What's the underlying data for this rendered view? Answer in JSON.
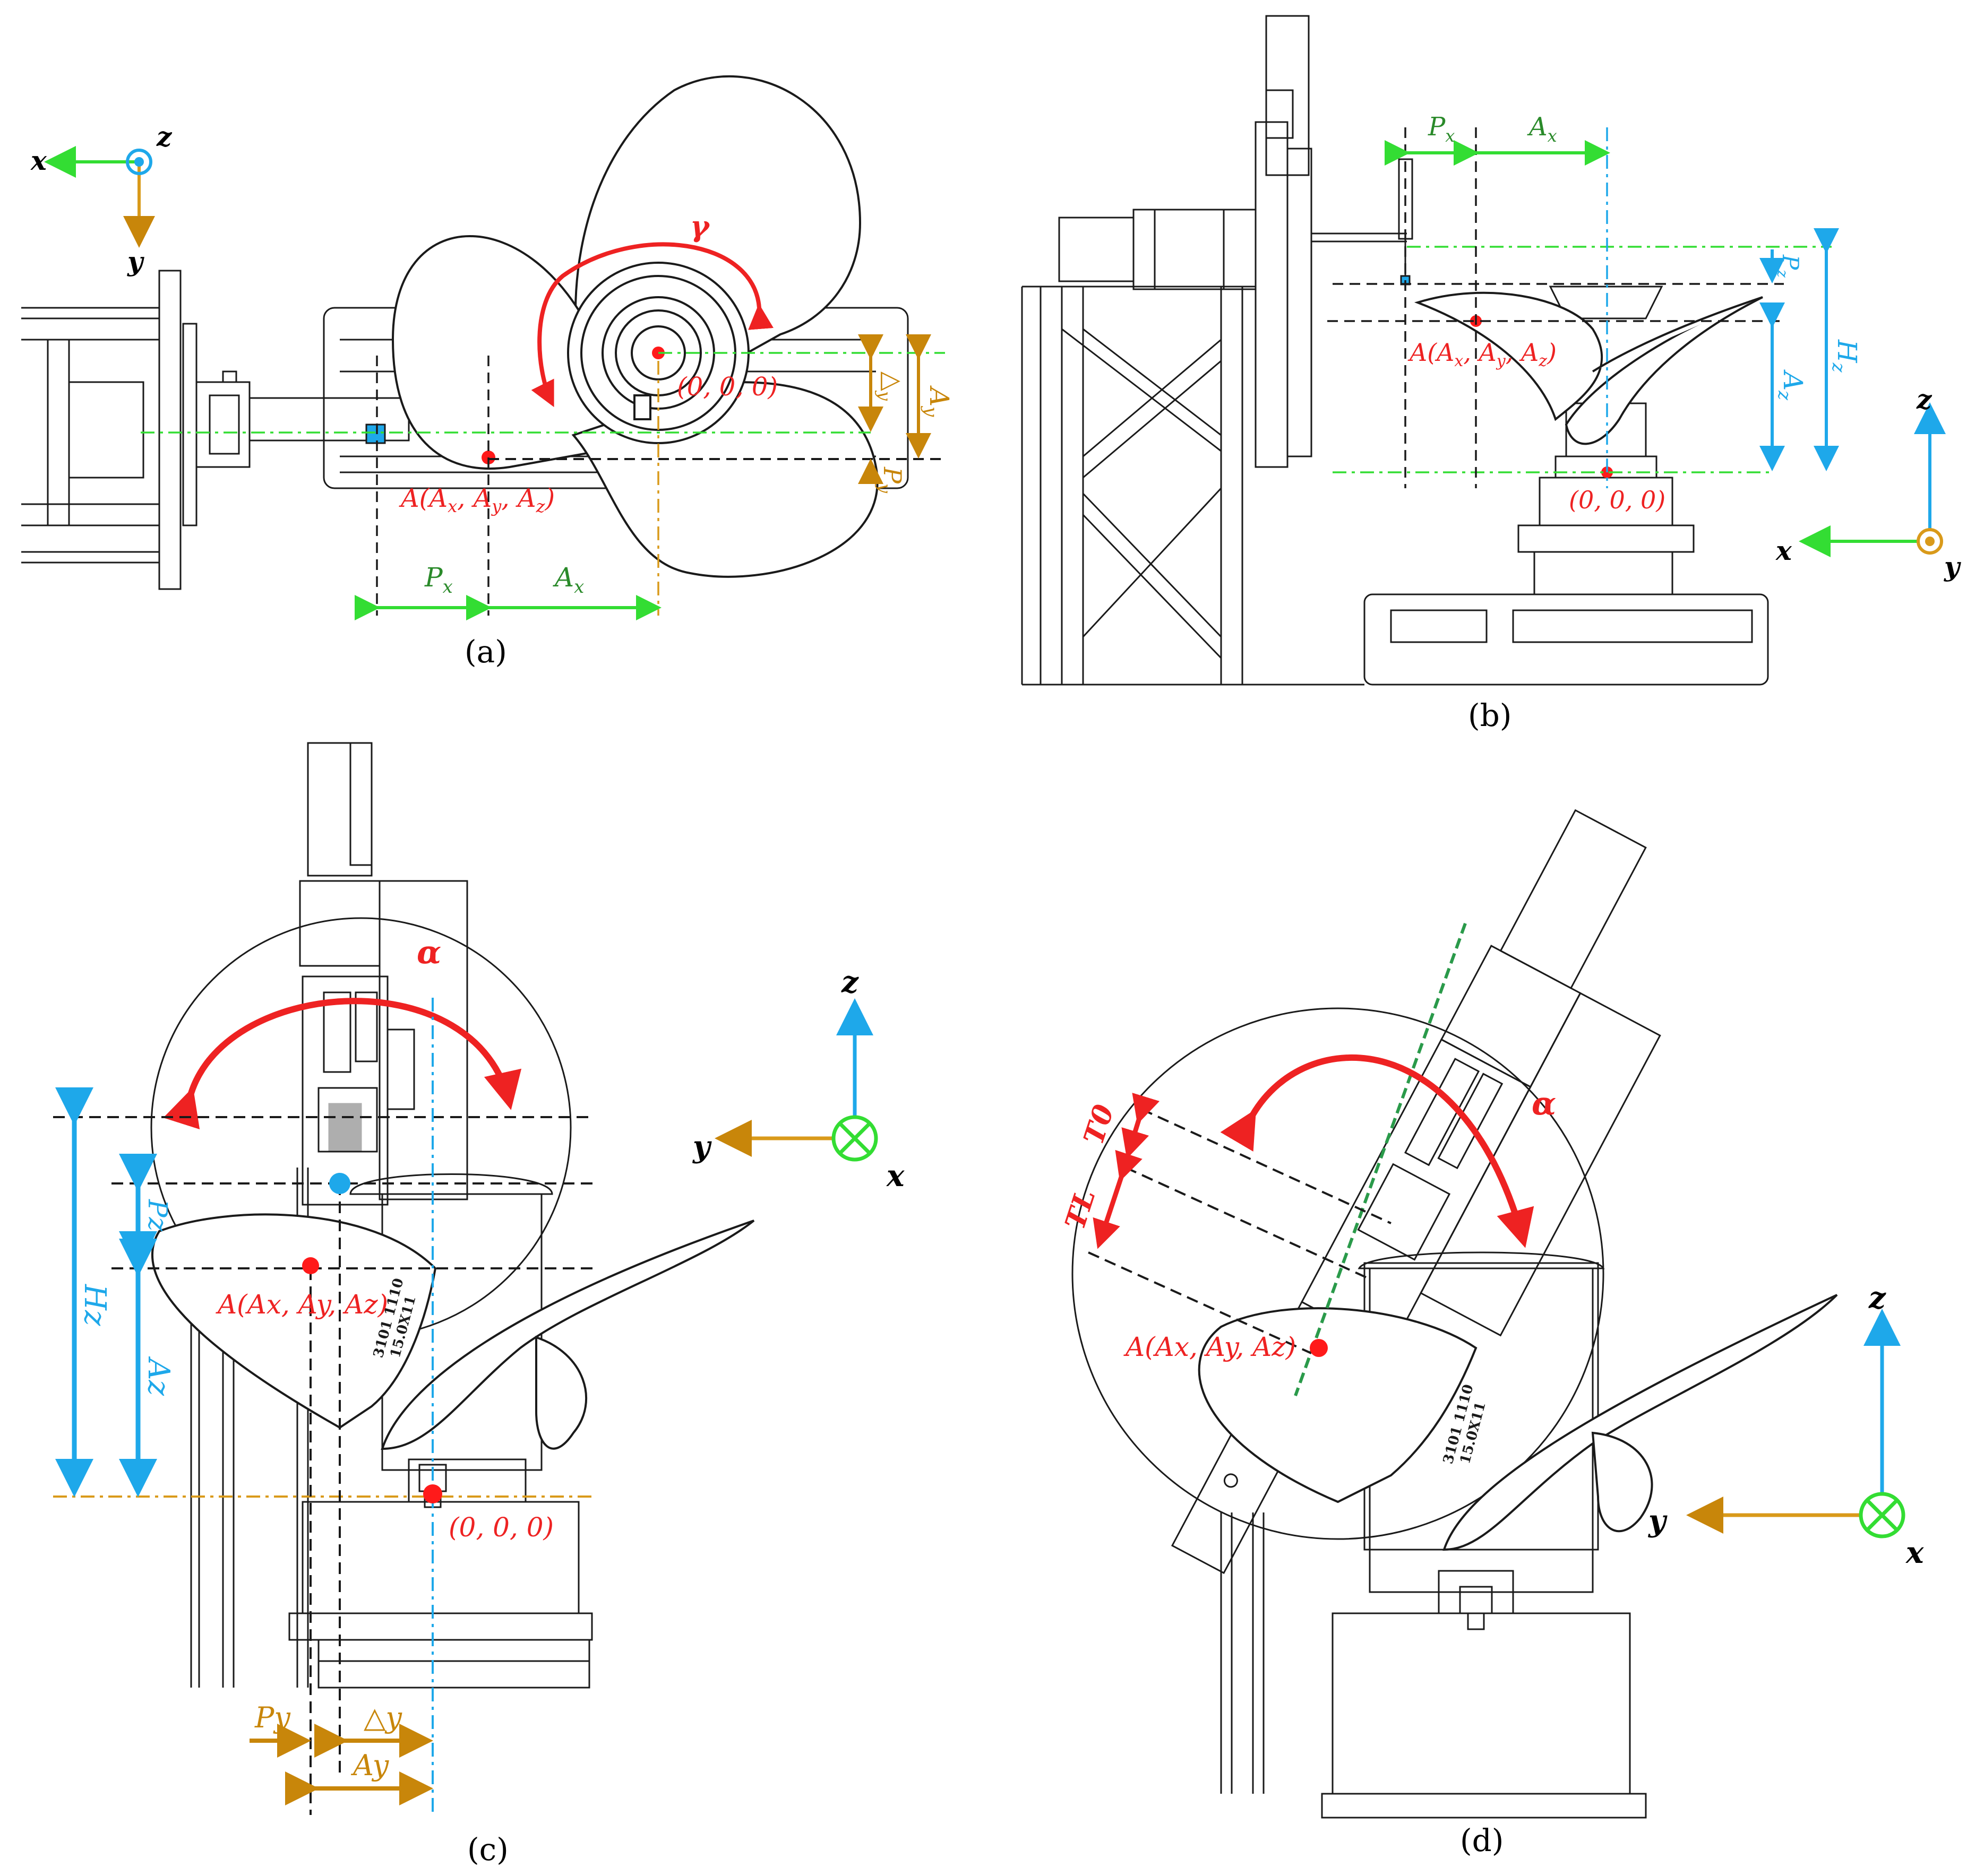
{
  "colors": {
    "line": "#1a1a1a",
    "green": "#33dd33",
    "blue": "#1ea8ea",
    "orange": "#d99a1a",
    "red": "#ff1a1a",
    "dim_green": "#2a8a2a",
    "dim_red": "#ee2222",
    "dim_blue": "#1ea8ea",
    "dim_orange": "#c8860a"
  },
  "panels": {
    "a": {
      "caption": "(a)",
      "axes": {
        "x": "x",
        "y": "y",
        "z": "z"
      },
      "gamma": "γ",
      "point_A": "A(A",
      "point_A_sub1": "x",
      "point_A_mid": ", A",
      "point_A_sub2": "y",
      "point_A_mid2": ", A",
      "point_A_sub3": "z",
      "point_A_end": ")",
      "origin": "(0, 0, 0)",
      "Px": "P",
      "Px_sub": "x",
      "Ax": "A",
      "Ax_sub": "x",
      "dy": "△",
      "dy_sub": "y",
      "Ay": "A",
      "Ay_sub": "y",
      "Py": "P",
      "Py_sub": "y"
    },
    "b": {
      "caption": "(b)",
      "axes": {
        "x": "x",
        "y": "y",
        "z": "z"
      },
      "Px": "P",
      "Px_sub": "x",
      "Ax": "A",
      "Ax_sub": "x",
      "Pz": "P",
      "Pz_sub": "z",
      "Hz": "H",
      "Hz_sub": "z",
      "Az": "A",
      "Az_sub": "z",
      "point_A": "A(A",
      "point_A_sub1": "x",
      "point_A_mid": ", A",
      "point_A_sub2": "y",
      "point_A_mid2": ", A",
      "point_A_sub3": "z",
      "point_A_end": ")",
      "origin": "(0, 0, 0)"
    },
    "c": {
      "caption": "(c)",
      "axes": {
        "x": "x",
        "y": "y",
        "z": "z"
      },
      "alpha": "α",
      "Pz": "Pz",
      "Hz": "Hz",
      "Az": "Az",
      "point_A": "A(Ax, Ay, Az)",
      "origin": "(0, 0, 0)",
      "Py": "Py",
      "dy": "△y",
      "Ay": "Ay",
      "stamp1": "3101 1110",
      "stamp2": "15.0X11"
    },
    "d": {
      "caption": "(d)",
      "axes": {
        "x": "x",
        "y": "y",
        "z": "z"
      },
      "alpha": "α",
      "T0": "T0",
      "TL": "TL",
      "point_A": "A(Ax, Ay, Az)",
      "stamp1": "3101 1110",
      "stamp2": "15.0X11"
    }
  }
}
